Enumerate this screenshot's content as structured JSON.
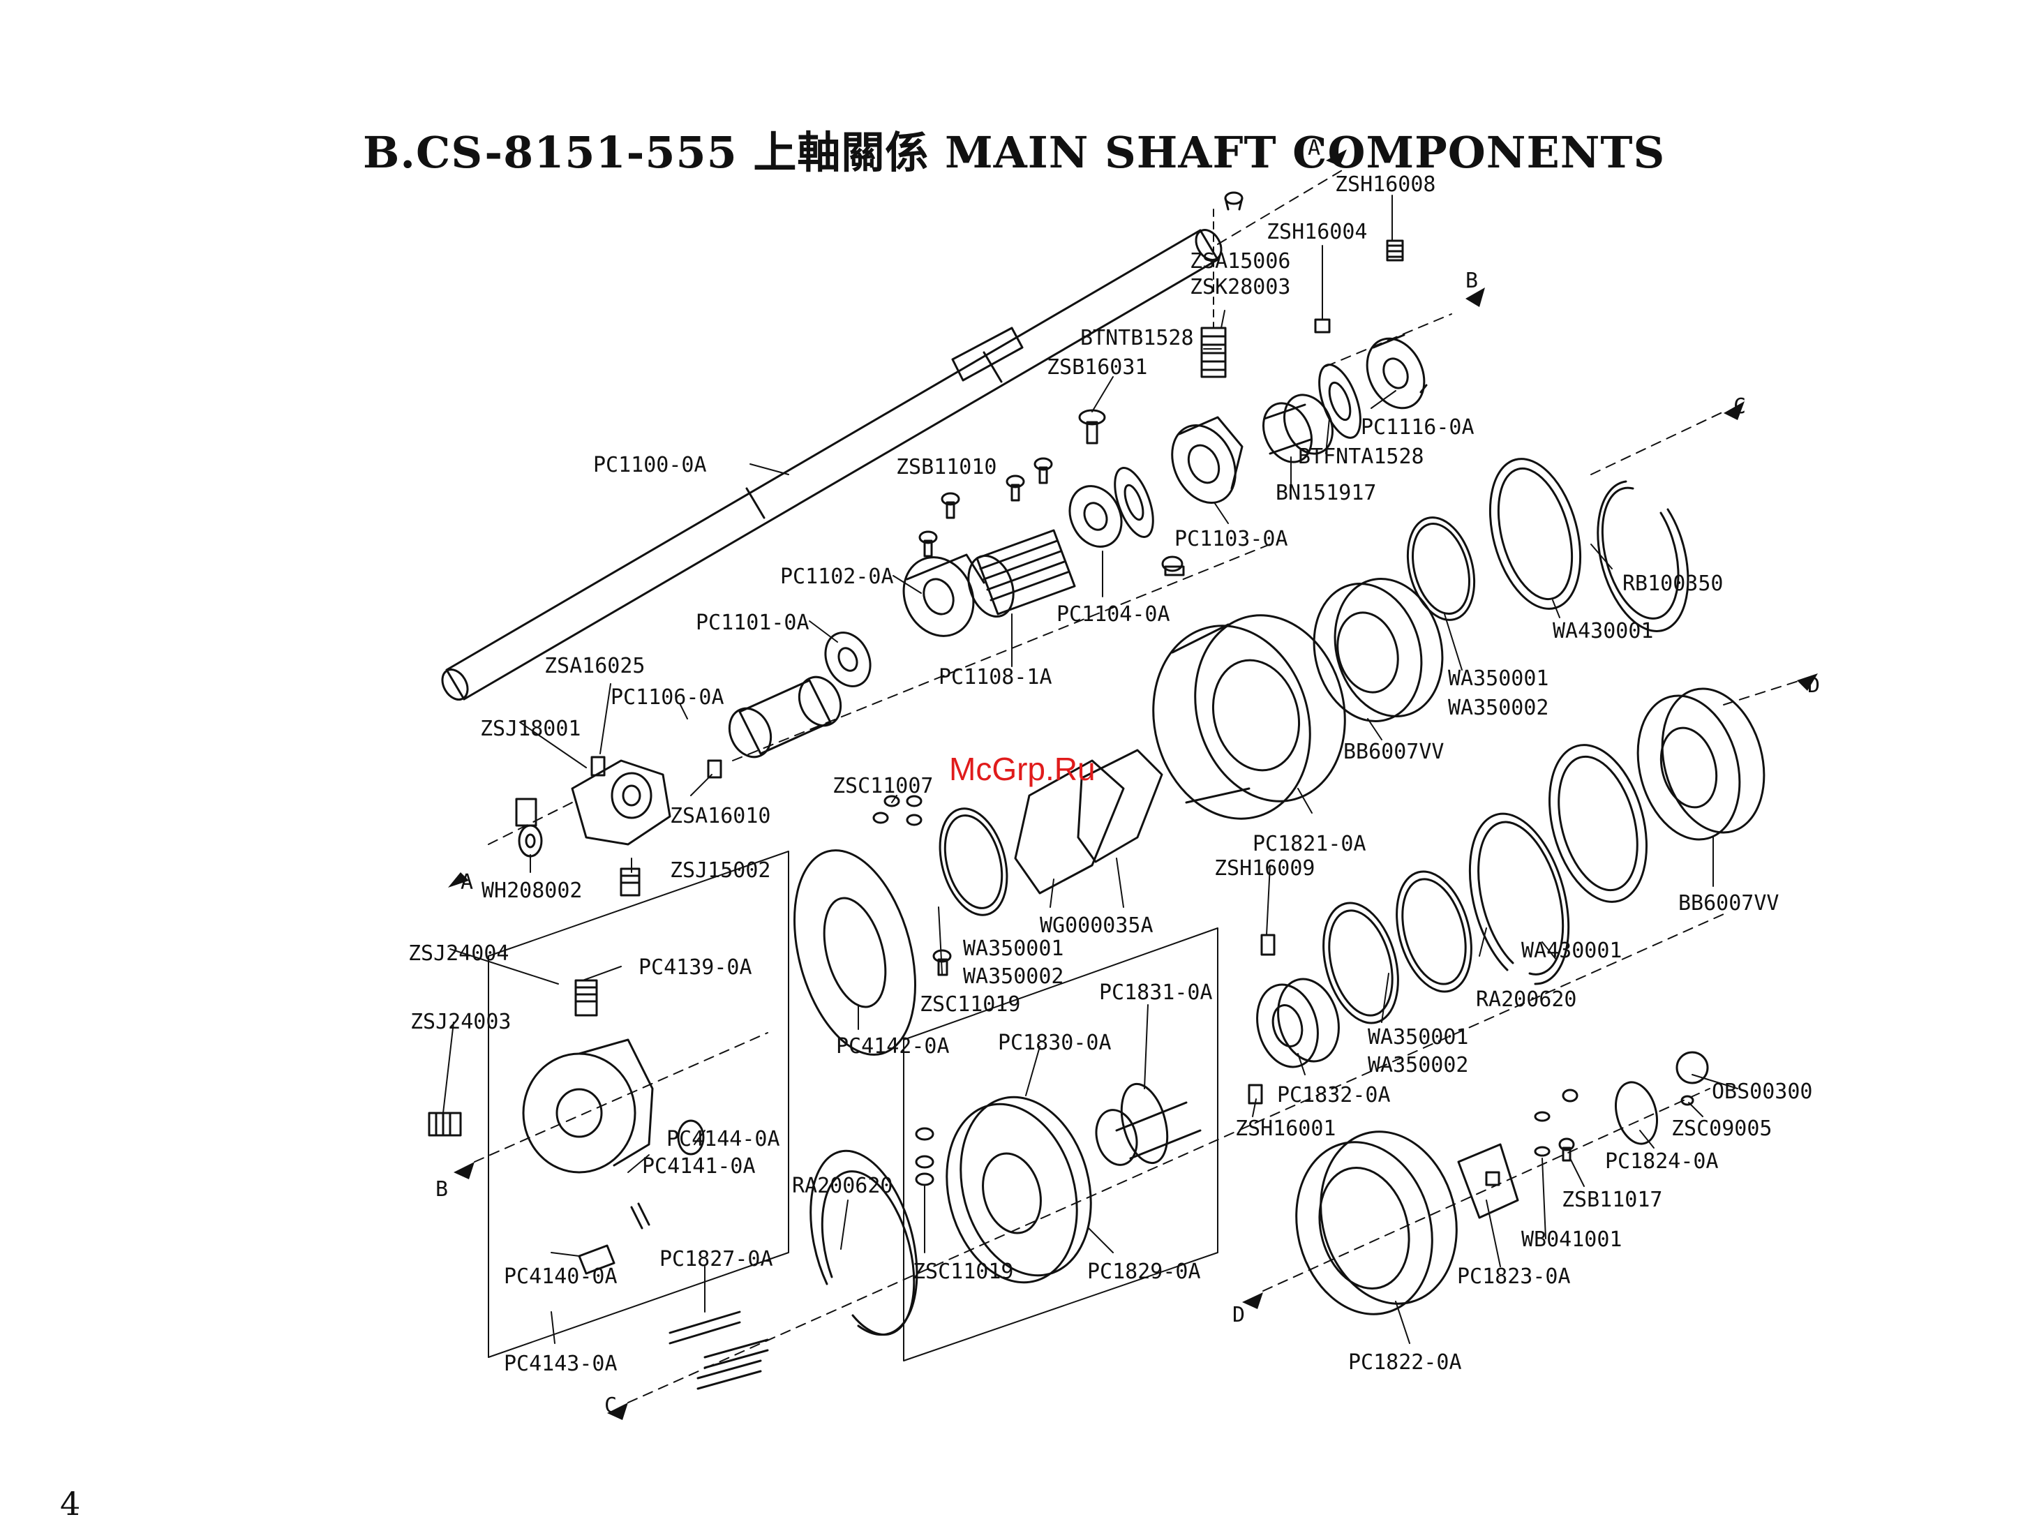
{
  "header": {
    "title": "B.CS-8151-555 上軸關係 MAIN SHAFT COMPONENTS",
    "page_number": "4",
    "watermark": "McGrp.Ru"
  },
  "labels": {
    "ref_A_top": "A",
    "ref_A_left": "A",
    "ref_B_top": "B",
    "ref_B_left": "B",
    "ref_C_top": "C",
    "ref_C_bottom": "C",
    "ref_D_right": "D",
    "ref_D_bottom": "D",
    "ZSH16008": "ZSH16008",
    "ZSH16004": "ZSH16004",
    "ZSA15006": "ZSA15006",
    "ZSK28003": "ZSK28003",
    "BTNTB1528": "BTNTB1528",
    "ZSB16031": "ZSB16031",
    "PC1116-0A": "PC1116-0A",
    "BTFNTA1528": "BTFNTA1528",
    "BN151917": "BN151917",
    "PC1100-0A": "PC1100-0A",
    "ZSB11010": "ZSB11010",
    "PC1103-0A": "PC1103-0A",
    "RB100350": "RB100350",
    "PC1102-0A": "PC1102-0A",
    "WA430001_top": "WA430001",
    "PC1101-0A": "PC1101-0A",
    "PC1104-0A": "PC1104-0A",
    "PC1108-1A": "PC1108-1A",
    "WA350001_top": "WA350001",
    "WA350002_top": "WA350002",
    "ZSA16025": "ZSA16025",
    "PC1106-0A": "PC1106-0A",
    "ZSJ18001": "ZSJ18001",
    "BB6007VV_top": "BB6007VV",
    "ZSA16010": "ZSA16010",
    "ZSC11007": "ZSC11007",
    "PC1821-0A": "PC1821-0A",
    "ZSJ15002": "ZSJ15002",
    "ZSH16009": "ZSH16009",
    "BB6007VV_right": "BB6007VV",
    "WH208002": "WH208002",
    "WG000035A": "WG000035A",
    "WA350001_mid": "WA350001",
    "WA350002_mid": "WA350002",
    "WA430001_mid": "WA430001",
    "ZSJ24004": "ZSJ24004",
    "PC4139-0A": "PC4139-0A",
    "ZSC11019_mid": "ZSC11019",
    "PC1831-0A": "PC1831-0A",
    "RA200620_mid": "RA200620",
    "WA350001_low": "WA350001",
    "WA350002_low": "WA350002",
    "ZSJ24003": "ZSJ24003",
    "PC4142-0A": "PC4142-0A",
    "PC1830-0A": "PC1830-0A",
    "PC1832-0A": "PC1832-0A",
    "OBS00300": "OBS00300",
    "ZSH16001": "ZSH16001",
    "ZSC09005": "ZSC09005",
    "PC4144-0A": "PC4144-0A",
    "PC4141-0A": "PC4141-0A",
    "PC1824-0A": "PC1824-0A",
    "RA200620_low": "RA200620",
    "ZSB11017": "ZSB11017",
    "WB041001": "WB041001",
    "PC1827-0A": "PC1827-0A",
    "ZSC11019_low": "ZSC11019",
    "PC4140-0A": "PC4140-0A",
    "PC1829-0A": "PC1829-0A",
    "PC1823-0A": "PC1823-0A",
    "PC4143-0A": "PC4143-0A",
    "PC1822-0A": "PC1822-0A"
  },
  "colors": {
    "ink": "#111111",
    "watermark": "#e01b1b",
    "background": "#ffffff"
  }
}
